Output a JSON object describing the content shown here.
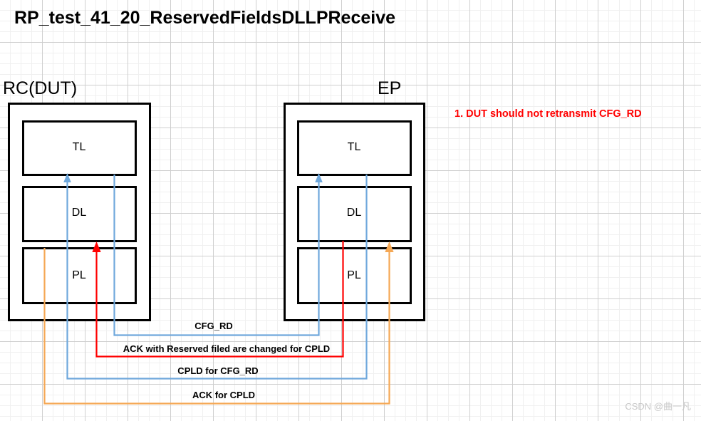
{
  "page": {
    "title": "RP_test_41_20_ReservedFieldsDLLPReceive",
    "watermark": "CSDN @曲一凡",
    "background": "#ffffff",
    "grid_minor_color": "#f0f0f0",
    "grid_major_color": "#cfcfcf"
  },
  "notes": [
    {
      "text": "1. DUT should not retransmit CFG_RD",
      "color": "#ff0000"
    }
  ],
  "nodes": [
    {
      "id": "rc",
      "heading": "RC(DUT)",
      "layers": [
        {
          "id": "rc-tl",
          "label": "TL"
        },
        {
          "id": "rc-dl",
          "label": "DL"
        },
        {
          "id": "rc-pl",
          "label": "PL"
        }
      ]
    },
    {
      "id": "ep",
      "heading": "EP",
      "layers": [
        {
          "id": "ep-tl",
          "label": "TL"
        },
        {
          "id": "ep-dl",
          "label": "DL"
        },
        {
          "id": "ep-pl",
          "label": "PL"
        }
      ]
    }
  ],
  "links": [
    {
      "id": "cfg-rd",
      "label": "CFG_RD",
      "color": "#6fa8dc",
      "direction": "rc-to-ep",
      "from": "rc-tl",
      "to": "ep-tl"
    },
    {
      "id": "ack-reserved",
      "label": "ACK with Reserved filed are changed for CPLD",
      "color": "#ff0000",
      "direction": "ep-to-rc",
      "from": "ep-dl",
      "to": "rc-pl"
    },
    {
      "id": "cpld-for-cfg-rd",
      "label": "CPLD for CFG_RD",
      "color": "#6fa8dc",
      "direction": "ep-to-rc",
      "from": "ep-tl",
      "to": "rc-dl"
    },
    {
      "id": "ack-for-cpld",
      "label": "ACK for CPLD",
      "color": "#f5a855",
      "direction": "rc-to-ep",
      "from": "rc-pl",
      "to": "ep-dl"
    }
  ],
  "colors": {
    "box_stroke": "#000000",
    "blue": "#6fa8dc",
    "red": "#ff0000",
    "orange": "#f5a855"
  }
}
